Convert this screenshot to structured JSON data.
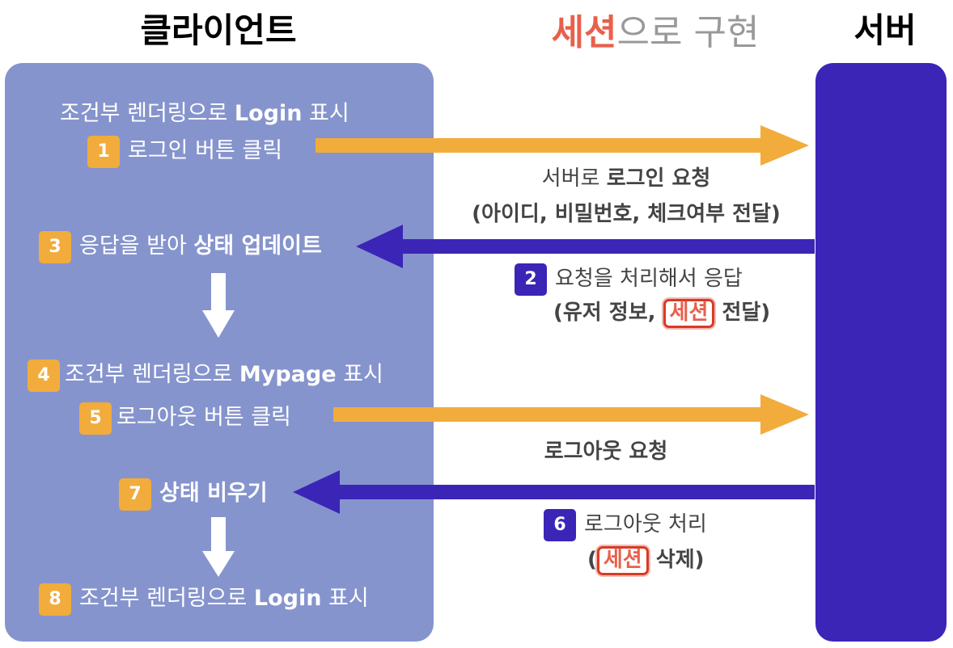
{
  "headings": {
    "client": "클라이언트",
    "server": "서버",
    "title_accent": "세션",
    "title_rest": "으로 구현"
  },
  "client_steps": {
    "intro": {
      "plain": "조건부 렌더링으로 ",
      "bold": "Login",
      "tail": " 표시"
    },
    "step1": {
      "badge": "1",
      "text": "로그인 버튼 클릭"
    },
    "step3": {
      "badge": "3",
      "plain": "응답을 받아 ",
      "bold": "상태 업데이트"
    },
    "step4": {
      "badge": "4",
      "plain": "조건부 렌더링으로 ",
      "bold": "Mypage",
      "tail": " 표시"
    },
    "step5": {
      "badge": "5",
      "text": "로그아웃 버튼 클릭"
    },
    "step7": {
      "badge": "7",
      "bold": "상태 비우기"
    },
    "step8": {
      "badge": "8",
      "plain": "조건부 렌더링으로 ",
      "bold": "Login",
      "tail": " 표시"
    }
  },
  "messages": {
    "login_request": {
      "plain": "서버로 ",
      "bold": "로그인 요청",
      "line2": "(아이디, 비밀번호, 체크여부 전달)"
    },
    "step2": {
      "badge": "2",
      "text": "요청을 처리해서 응답",
      "line2_pre": "(유저 정보, ",
      "session": "세션",
      "line2_post": " 전달)"
    },
    "logout_request": {
      "bold": "로그아웃 요청"
    },
    "step6": {
      "badge": "6",
      "text": "로그아웃 처리",
      "line2_pre": "(",
      "session": "세션",
      "line2_post": " 삭제)"
    }
  },
  "colors": {
    "client_panel": "#8694cd",
    "server_panel": "#3b25b7",
    "request_arrow": "#f2ac3c",
    "response_arrow": "#3b25b7",
    "down_arrow": "#ffffff",
    "accent": "#e8604c"
  }
}
